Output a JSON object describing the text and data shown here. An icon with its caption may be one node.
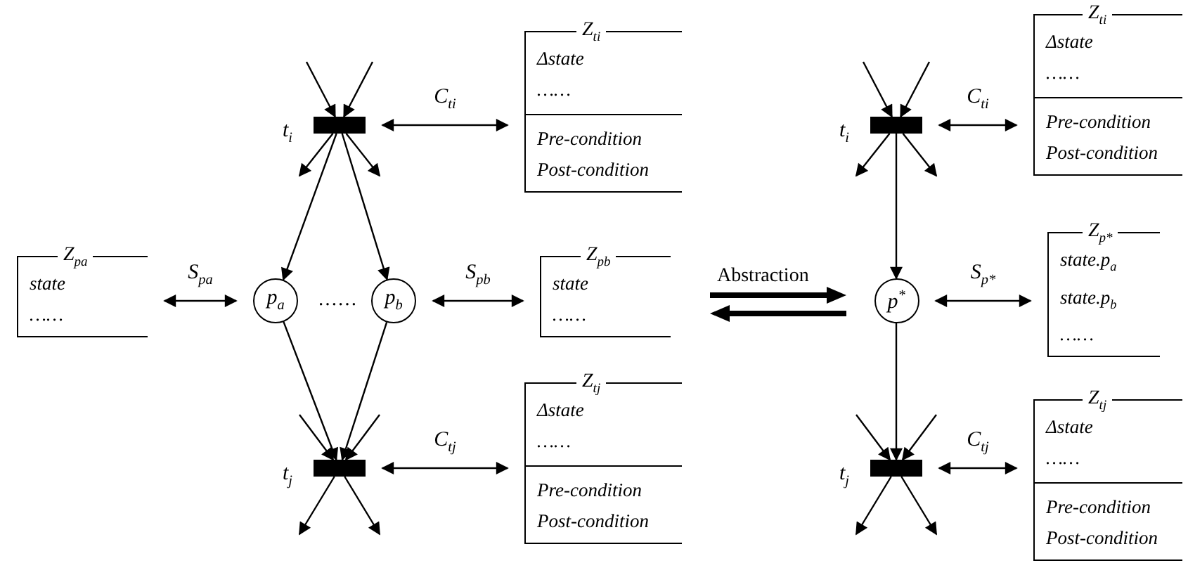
{
  "diagram": {
    "nodes": [
      {
        "text": [],
        "shape": "bar",
        "beside": [
          "t$_{i}$"
        ]
      },
      {
        "text": [
          "Z$_{ti}$",
          "Δstate",
          "……",
          "Pre-condition",
          "Post-condition"
        ]
      },
      {
        "text": [
          "Z$_{pa}$",
          "state",
          "……"
        ]
      },
      {
        "text": [
          "p$_{a}$"
        ]
      },
      {
        "text": [
          "p$_{b}$"
        ]
      },
      {
        "text": [
          "Z$_{pb}$",
          "state",
          "……"
        ]
      },
      {
        "text": [],
        "shape": "bar",
        "beside": [
          "t$_{j}$"
        ]
      },
      {
        "text": [
          "Z$_{tj}$",
          "Δstate",
          "……",
          "Pre-condition",
          "Post-condition"
        ]
      },
      {
        "text": [],
        "shape": "bar",
        "beside": [
          "t$_{i}$"
        ]
      },
      {
        "text": [
          "Z$_{ti}$",
          "Δstate",
          "……",
          "Pre-condition",
          "Post-condition"
        ]
      },
      {
        "text": [
          "p$^{*}$"
        ]
      },
      {
        "text": [
          "Z$_{p*}$",
          "state.p$_{a}$",
          "state.p$_{b}$",
          "……"
        ]
      },
      {
        "text": [],
        "shape": "bar",
        "beside": [
          "t$_{j}$"
        ]
      },
      {
        "text": [
          "Z$_{tj}$",
          "Δstate",
          "……",
          "Pre-condition",
          "Post-condition"
        ]
      }
    ],
    "edges": [
      {
        "from": null,
        "to": 0,
        "arrow": "to"
      },
      {
        "from": null,
        "to": 0,
        "arrow": "to"
      },
      {
        "from": 0,
        "to": null,
        "arrow": "to"
      },
      {
        "from": 0,
        "to": null,
        "arrow": "to"
      },
      {
        "from": 0,
        "to": 3,
        "arrow": "to"
      },
      {
        "from": 0,
        "to": 4,
        "arrow": "to"
      },
      {
        "from": 0,
        "to": 1,
        "arrow": "both",
        "label": "C$_{ti}$"
      },
      {
        "from": 2,
        "to": 3,
        "arrow": "both",
        "label": "S$_{pa}$"
      },
      {
        "from": 4,
        "to": 5,
        "arrow": "both",
        "label": "S$_{pb}$"
      },
      {
        "from": 3,
        "to": 6,
        "arrow": "to"
      },
      {
        "from": 4,
        "to": 6,
        "arrow": "to"
      },
      {
        "from": null,
        "to": 6,
        "arrow": "to"
      },
      {
        "from": null,
        "to": 6,
        "arrow": "to"
      },
      {
        "from": 6,
        "to": null,
        "arrow": "to"
      },
      {
        "from": 6,
        "to": null,
        "arrow": "to"
      },
      {
        "from": 6,
        "to": 7,
        "arrow": "both",
        "label": "C$_{tj}$"
      },
      {
        "from": null,
        "to": 8,
        "arrow": "to"
      },
      {
        "from": null,
        "to": 8,
        "arrow": "to"
      },
      {
        "from": 8,
        "to": null,
        "arrow": "to"
      },
      {
        "from": 8,
        "to": null,
        "arrow": "to"
      },
      {
        "from": 8,
        "to": 10,
        "arrow": "to"
      },
      {
        "from": 8,
        "to": 9,
        "arrow": "both",
        "label": "C$_{ti}$"
      },
      {
        "from": 10,
        "to": 11,
        "arrow": "both",
        "label": "S$_{p*}$"
      },
      {
        "from": 10,
        "to": 12,
        "arrow": "to"
      },
      {
        "from": null,
        "to": 12,
        "arrow": "to"
      },
      {
        "from": null,
        "to": 12,
        "arrow": "to"
      },
      {
        "from": 12,
        "to": null,
        "arrow": "to"
      },
      {
        "from": 12,
        "to": null,
        "arrow": "to"
      },
      {
        "from": 12,
        "to": 13,
        "arrow": "both",
        "label": "C$_{tj}$"
      }
    ],
    "labels": [
      "……",
      "Abstraction"
    ]
  }
}
